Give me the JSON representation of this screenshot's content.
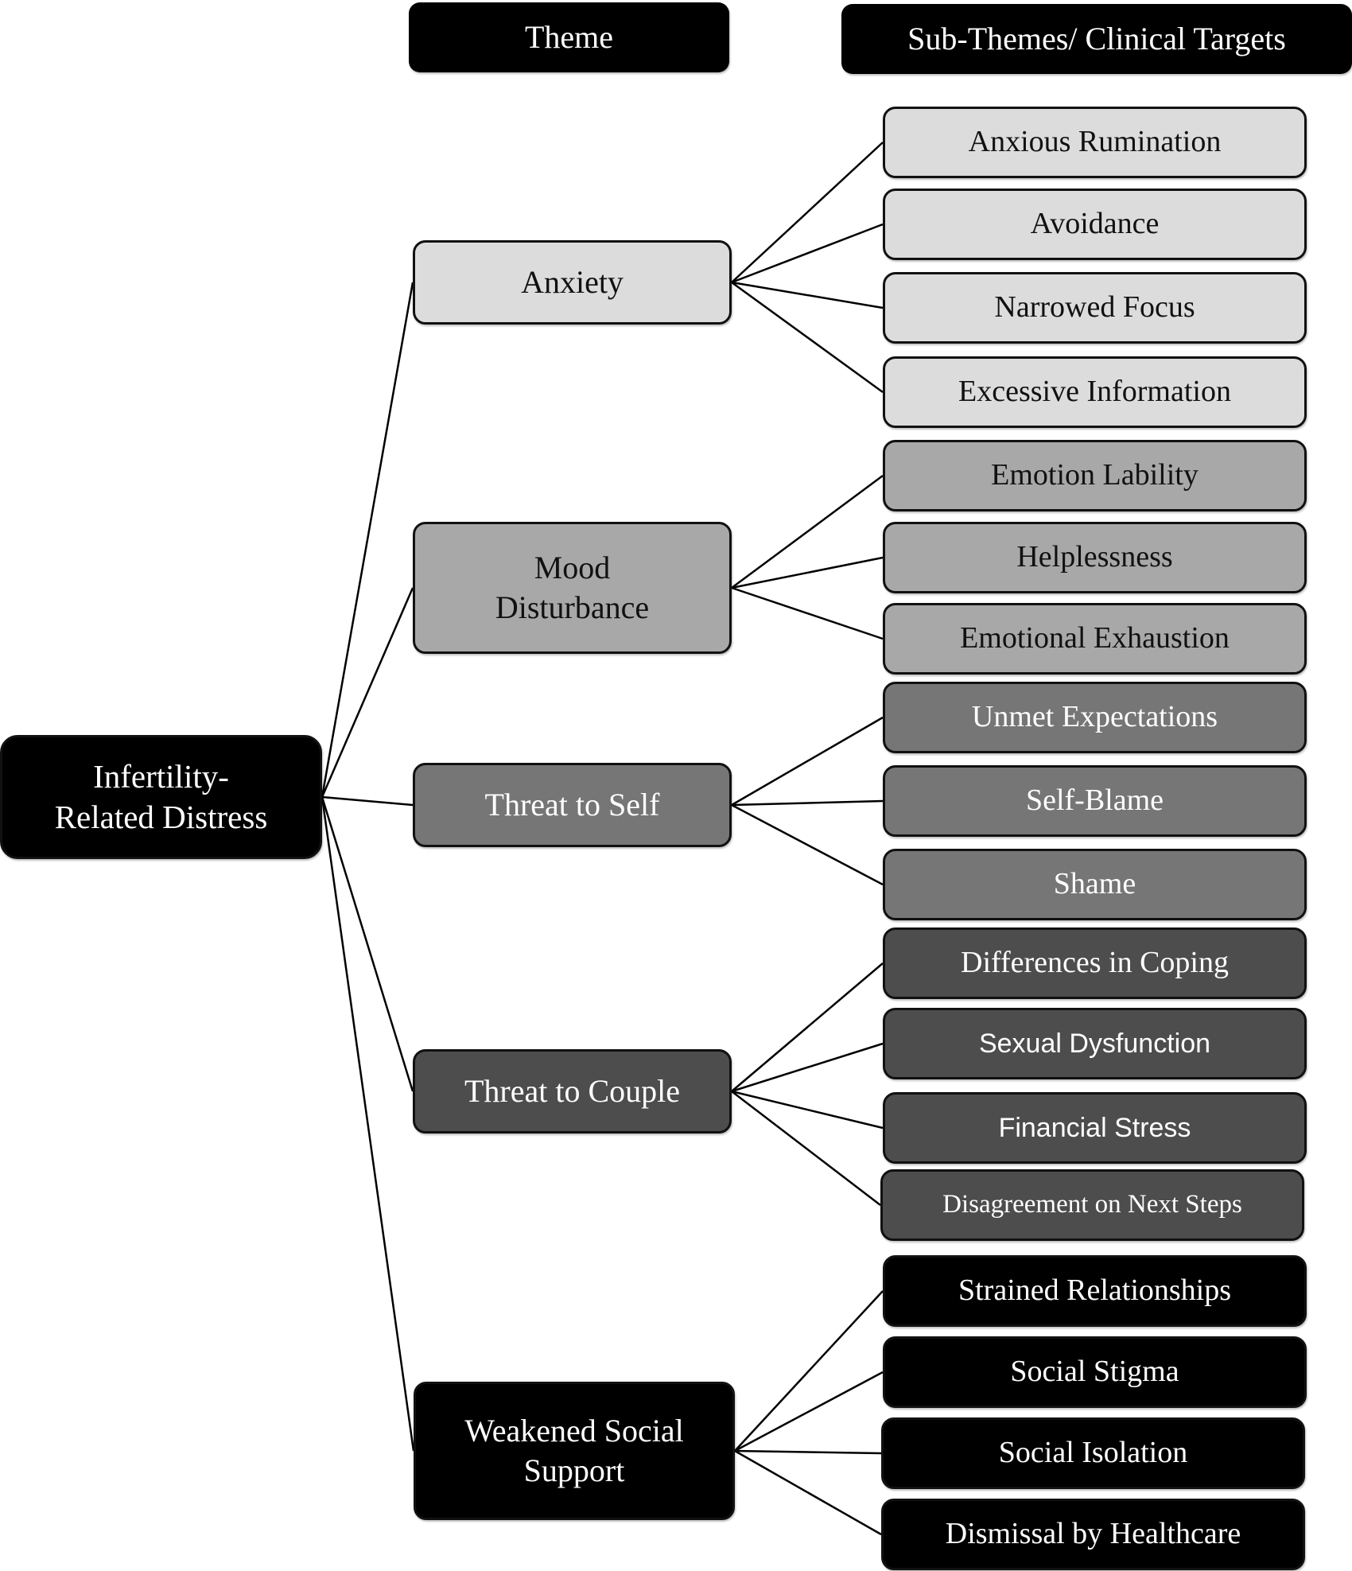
{
  "headers": {
    "theme": "Theme",
    "subthemes": "Sub-Themes/ Clinical Targets"
  },
  "root": {
    "label": "Infertility-Related Distress",
    "line1": "Infertility-",
    "line2": "Related Distress"
  },
  "colors": {
    "anxiety": "#dcdcdc",
    "mood": "#a8a8a8",
    "threat_self": "#767676",
    "threat_couple": "#4d4d4d",
    "social": "#000000"
  },
  "themes": [
    {
      "label": "Anxiety",
      "line1": "Anxiety",
      "line2": "",
      "subthemes": [
        "Anxious Rumination",
        "Avoidance",
        "Narrowed Focus",
        "Excessive Information"
      ]
    },
    {
      "label": "Mood Disturbance",
      "line1": "Mood",
      "line2": "Disturbance",
      "subthemes": [
        "Emotion Lability",
        "Helplessness",
        "Emotional Exhaustion"
      ]
    },
    {
      "label": "Threat to Self",
      "line1": "Threat to Self",
      "line2": "",
      "subthemes": [
        "Unmet Expectations",
        "Self-Blame",
        "Shame"
      ]
    },
    {
      "label": "Threat to Couple",
      "line1": "Threat to Couple",
      "line2": "",
      "subthemes": [
        "Differences in Coping",
        "Sexual Dysfunction",
        "Financial Stress",
        "Disagreement on Next Steps"
      ]
    },
    {
      "label": "Weakened Social Support",
      "line1": "Weakened Social",
      "line2": "Support",
      "subthemes": [
        "Strained Relationships",
        "Social Stigma",
        "Social Isolation",
        "Dismissal by Healthcare"
      ]
    }
  ]
}
